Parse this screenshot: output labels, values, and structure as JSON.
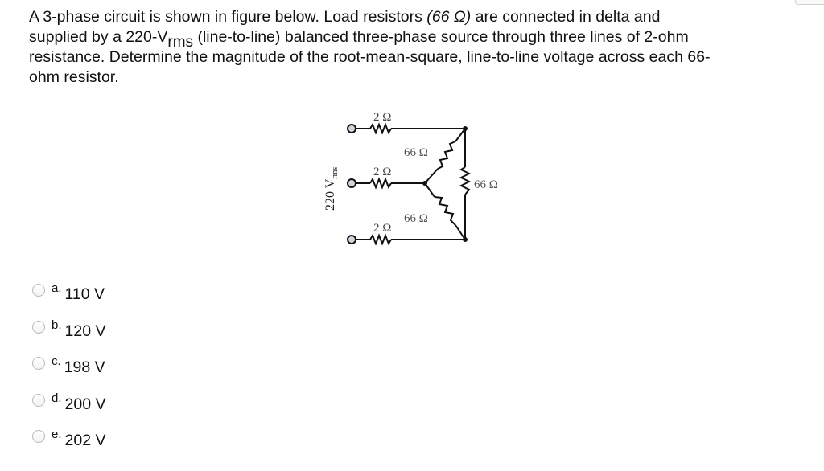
{
  "question": {
    "line1_pre": "A 3-phase circuit is shown in figure below. Load resistors ",
    "line1_italic": "(66 Ω)",
    "line1_post": " are connected in delta and",
    "line2_pre": "supplied by a 220-V",
    "line2_sub": "rms",
    "line2_post": " (line-to-line) balanced three-phase source through three lines of 2-ohm",
    "line3": "resistance. Determine the magnitude of the root-mean-square, line-to-line voltage across each 66-",
    "line4": "ohm resistor."
  },
  "figure": {
    "source_label": "220 V",
    "source_label_sub": "rms",
    "line_resistor_labels": [
      "2 Ω",
      "2 Ω",
      "2 Ω"
    ],
    "load_resistor_labels": [
      "66 Ω",
      "66 Ω",
      "66 Ω"
    ],
    "wire_color": "#111111",
    "terminal_fill": "#d9cfe0"
  },
  "options": [
    {
      "letter": "a.",
      "text": "110 V"
    },
    {
      "letter": "b.",
      "text": "120 V"
    },
    {
      "letter": "c.",
      "text": "198 V"
    },
    {
      "letter": "d.",
      "text": "200 V"
    },
    {
      "letter": "e.",
      "text": "202 V"
    }
  ]
}
